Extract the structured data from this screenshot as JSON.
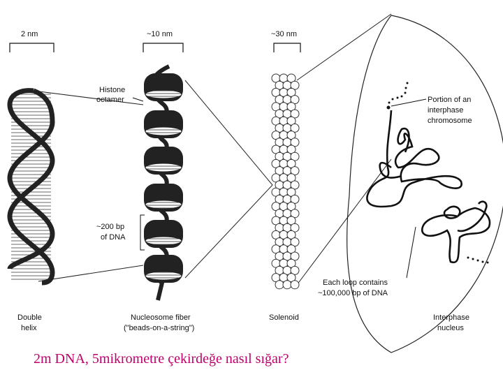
{
  "scale_labels": {
    "helix": "2 nm",
    "nucleosome": "~10 nm",
    "solenoid": "~30 nm"
  },
  "annotations": {
    "histone_line1": "Histone",
    "histone_line2": "octamer",
    "bp_line1": "~200 bp",
    "bp_line2": "of DNA",
    "portion_line1": "Portion of an",
    "portion_line2": "interphase",
    "portion_line3": "chromosome",
    "loop_line1": "Each loop contains",
    "loop_line2": "~100,000 bp of DNA"
  },
  "stage_labels": {
    "double_helix_line1": "Double",
    "double_helix_line2": "helix",
    "nucleosome_fiber_line1": "Nucleosome fiber",
    "nucleosome_fiber_line2": "(\"beads-on-a-string\")",
    "solenoid": "Solenoid",
    "interphase_line1": "Interphase",
    "interphase_line2": "nucleus"
  },
  "caption": "2m DNA, 5mikrometre çekirdeğe nasıl sığar?",
  "colors": {
    "ink": "#111111",
    "caption": "#c0006a"
  }
}
